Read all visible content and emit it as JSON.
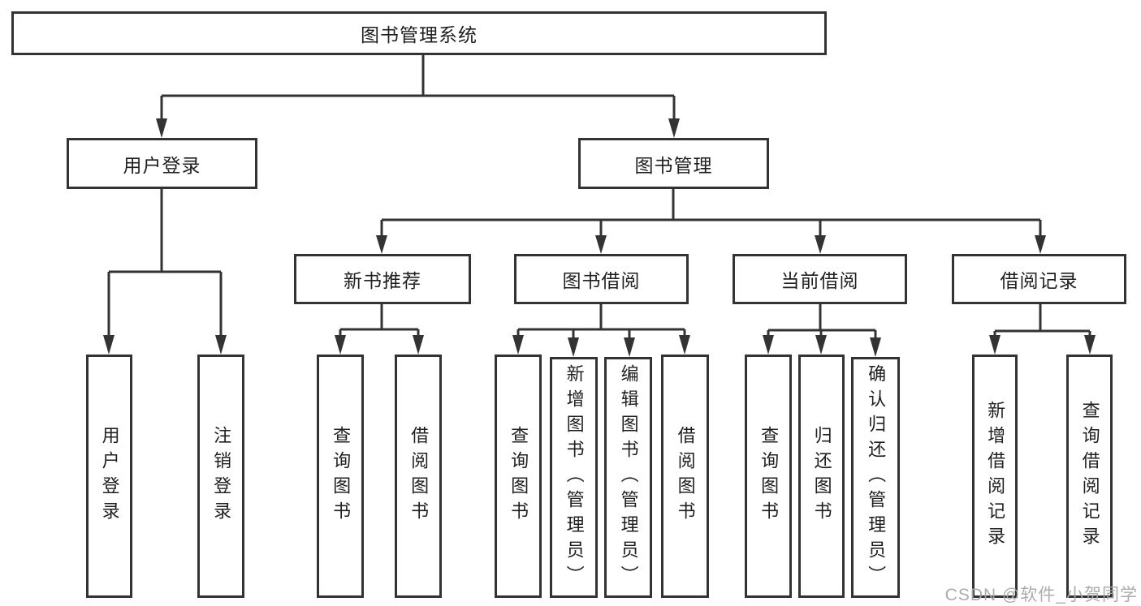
{
  "tree": {
    "root": {
      "label": "图书管理系统"
    },
    "level2": [
      {
        "label": "用户登录",
        "children": [
          {
            "label": "用户登录"
          },
          {
            "label": "注销登录"
          }
        ]
      },
      {
        "label": "图书管理",
        "children": [
          {
            "label": "新书推荐",
            "children": [
              {
                "label": "查询图书"
              },
              {
                "label": "借阅图书"
              }
            ]
          },
          {
            "label": "图书借阅",
            "children": [
              {
                "label": "查询图书"
              },
              {
                "label": "新增图书（管理员）"
              },
              {
                "label": "编辑图书（管理员）"
              },
              {
                "label": "借阅图书"
              }
            ]
          },
          {
            "label": "当前借阅",
            "children": [
              {
                "label": "查询图书"
              },
              {
                "label": "归还图书"
              },
              {
                "label": "确认归还（管理员）"
              }
            ]
          },
          {
            "label": "借阅记录",
            "children": [
              {
                "label": "新增借阅记录"
              },
              {
                "label": "查询借阅记录"
              }
            ]
          }
        ]
      }
    ]
  },
  "watermark": {
    "text": "CSDN @软件_小贺同学"
  },
  "colors": {
    "line": "#333333",
    "text": "#1f1f1f",
    "background": "#ffffff",
    "watermark": "#a8a8a8"
  }
}
